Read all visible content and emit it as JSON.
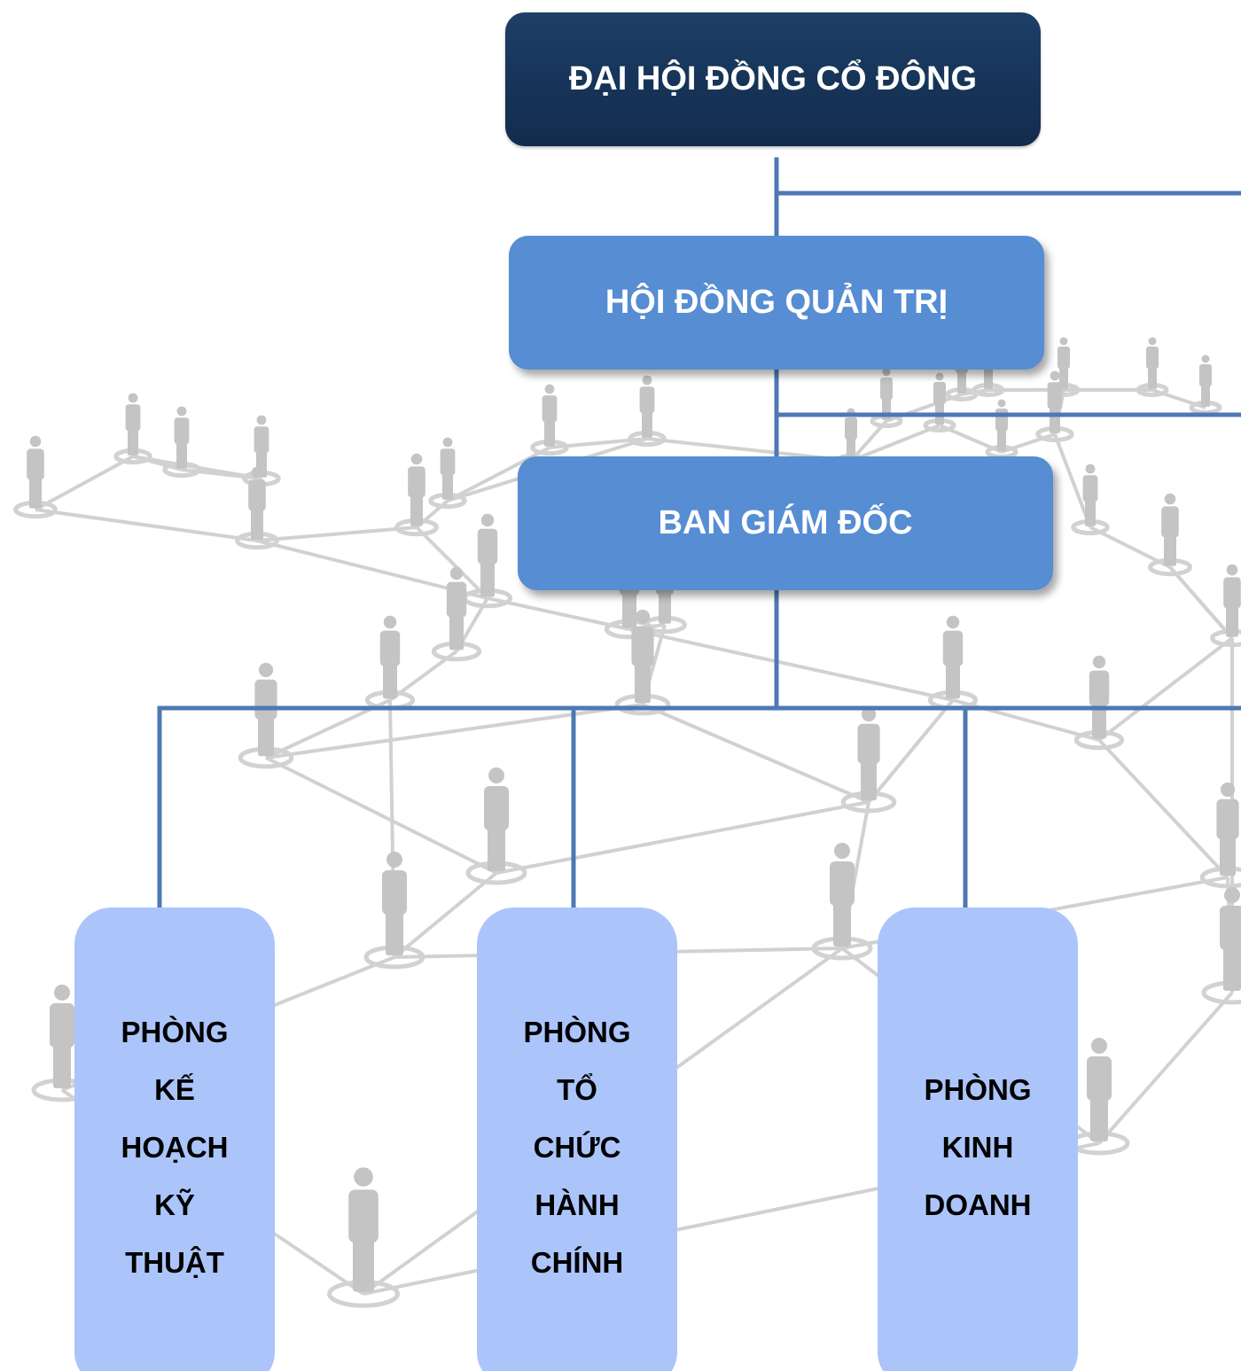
{
  "diagram": {
    "top_node": {
      "label": "ĐẠI HỘI ĐỒNG CỔ ĐÔNG"
    },
    "board_node": {
      "label": "HỘI ĐỒNG QUẢN TRỊ"
    },
    "director_node": {
      "label": "BAN GIÁM ĐỐC"
    },
    "departments": [
      {
        "label": "PHÒNG\nKẾ\nHOẠCH\nKỸ\nTHUẬT"
      },
      {
        "label": "PHÒNG\nTỔ\nCHỨC\nHÀNH\nCHÍNH"
      },
      {
        "label": "PHÒNG\nKINH\nDOANH"
      }
    ]
  },
  "colors": {
    "top_node_bg": "#163458",
    "mid_node_bg": "#568dd3",
    "department_bg": "#abc5fb",
    "connector": "#4d79b4",
    "background_network": "#c9c9c9"
  }
}
